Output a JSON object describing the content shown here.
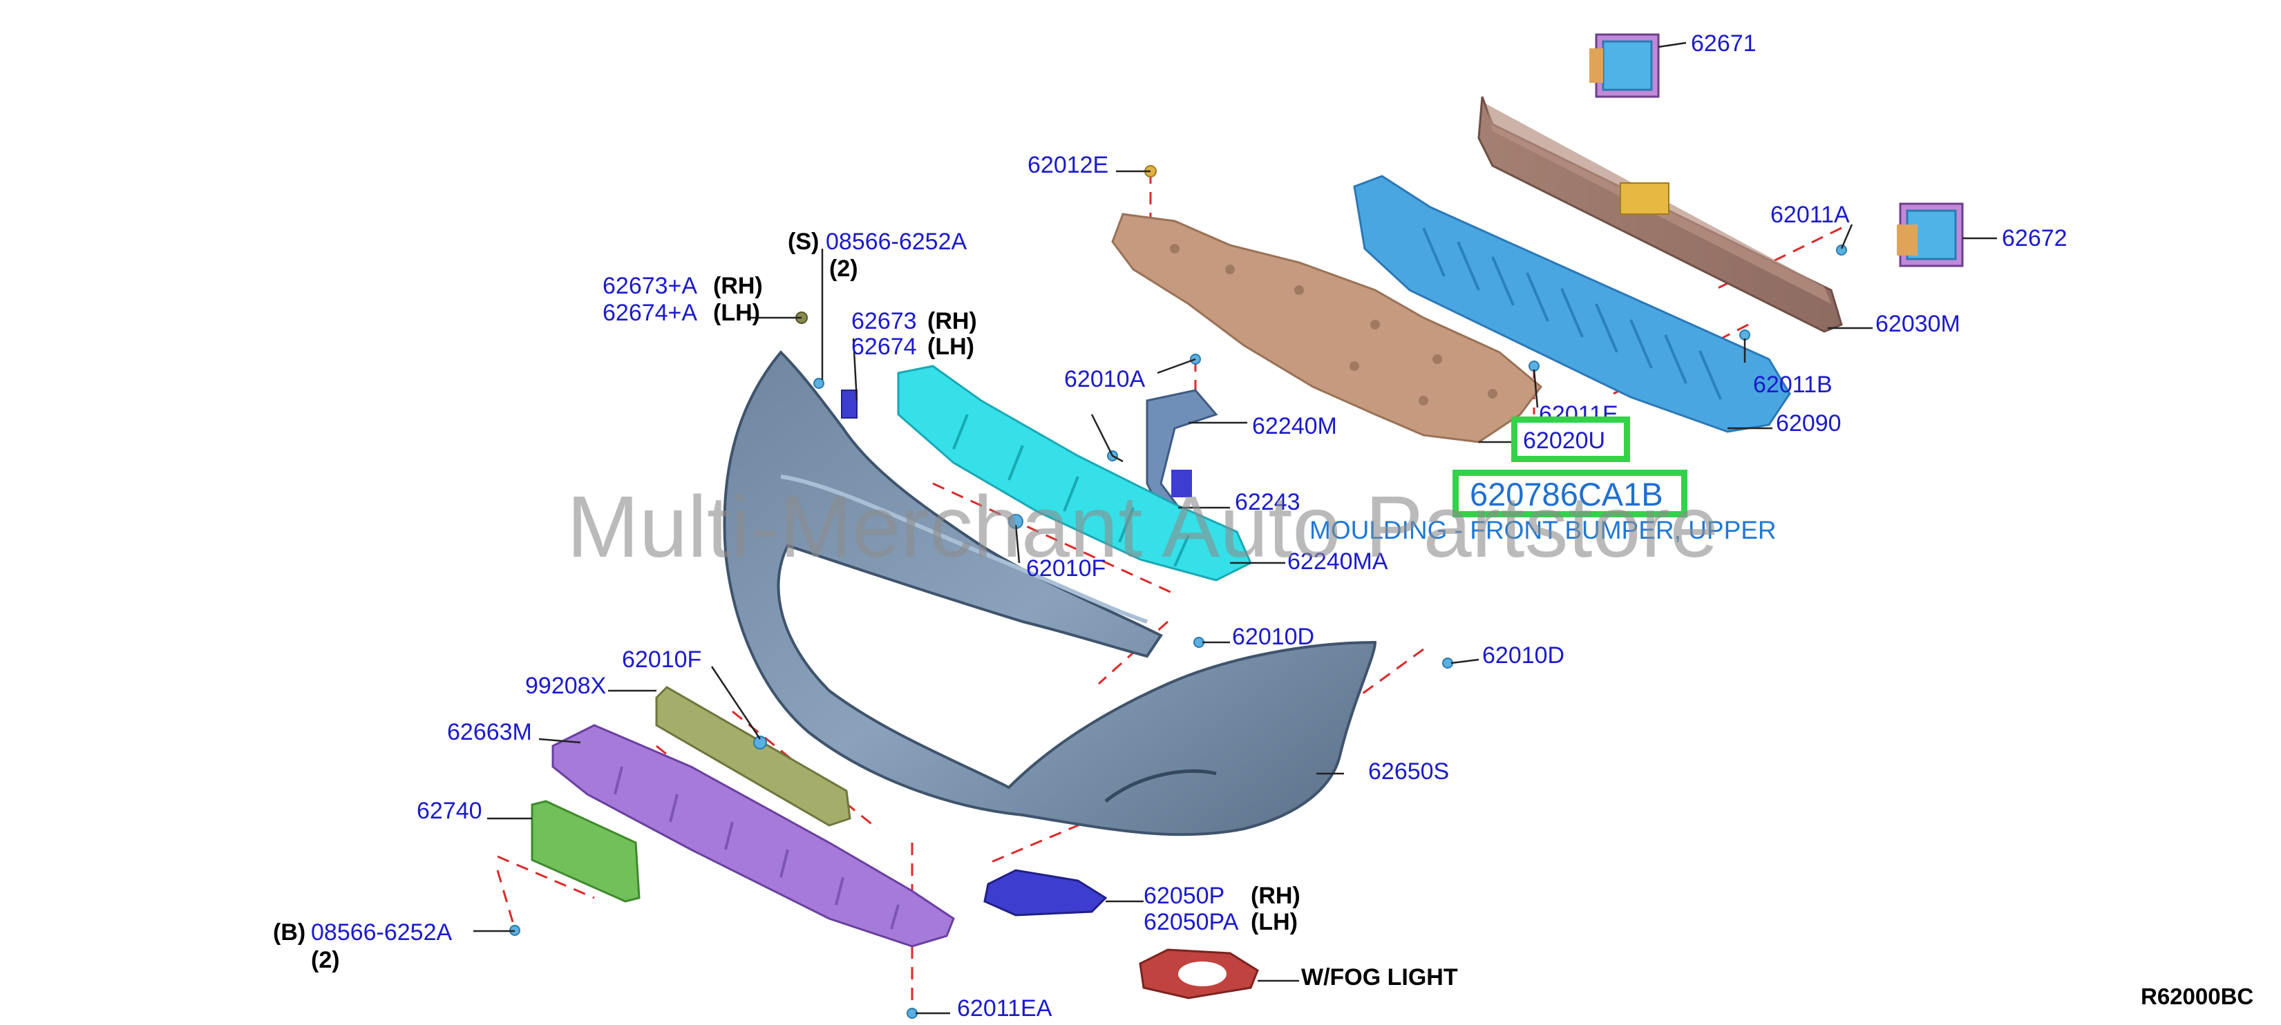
{
  "watermark": "Multi-Merchant Auto Partstore",
  "diagram_code": "R62000BC",
  "highlight": {
    "part_number": "620786CA1B",
    "description": "MOULDING - FRONT BUMPER, UPPER"
  },
  "labels": {
    "p62671": "62671",
    "p62672": "62672",
    "p62012E": "62012E",
    "p62011A": "62011A",
    "p62030M": "62030M",
    "p62011B": "62011B",
    "p62090": "62090",
    "p62011E": "62011E",
    "p62020U": "62020U",
    "p62010A": "62010A",
    "p62240M": "62240M",
    "p62243": "62243",
    "p62240MA": "62240MA",
    "p62010F_top": "62010F",
    "p62010F_bottom": "62010F",
    "p62010D_1": "62010D",
    "p62010D_2": "62010D",
    "s_prefix": "(S)",
    "s_part": "08566-6252A",
    "s_qty": "(2)",
    "p62673A": "62673+A",
    "p62674A": "62674+A",
    "rh1": "(RH)",
    "lh1": "(LH)",
    "p62673": "62673",
    "p62674": "62674",
    "rh2": "(RH)",
    "lh2": "(LH)",
    "p99208X": "99208X",
    "p62663M": "62663M",
    "p62740": "62740",
    "b_prefix": "(B)",
    "b_part": "08566-6252A",
    "b_qty": "(2)",
    "p62650S": "62650S",
    "p62050P": "62050P",
    "p62050PA": "62050PA",
    "rh3": "(RH)",
    "lh3": "(LH)",
    "fog_light": "W/FOG LIGHT",
    "p62011EA": "62011EA"
  }
}
